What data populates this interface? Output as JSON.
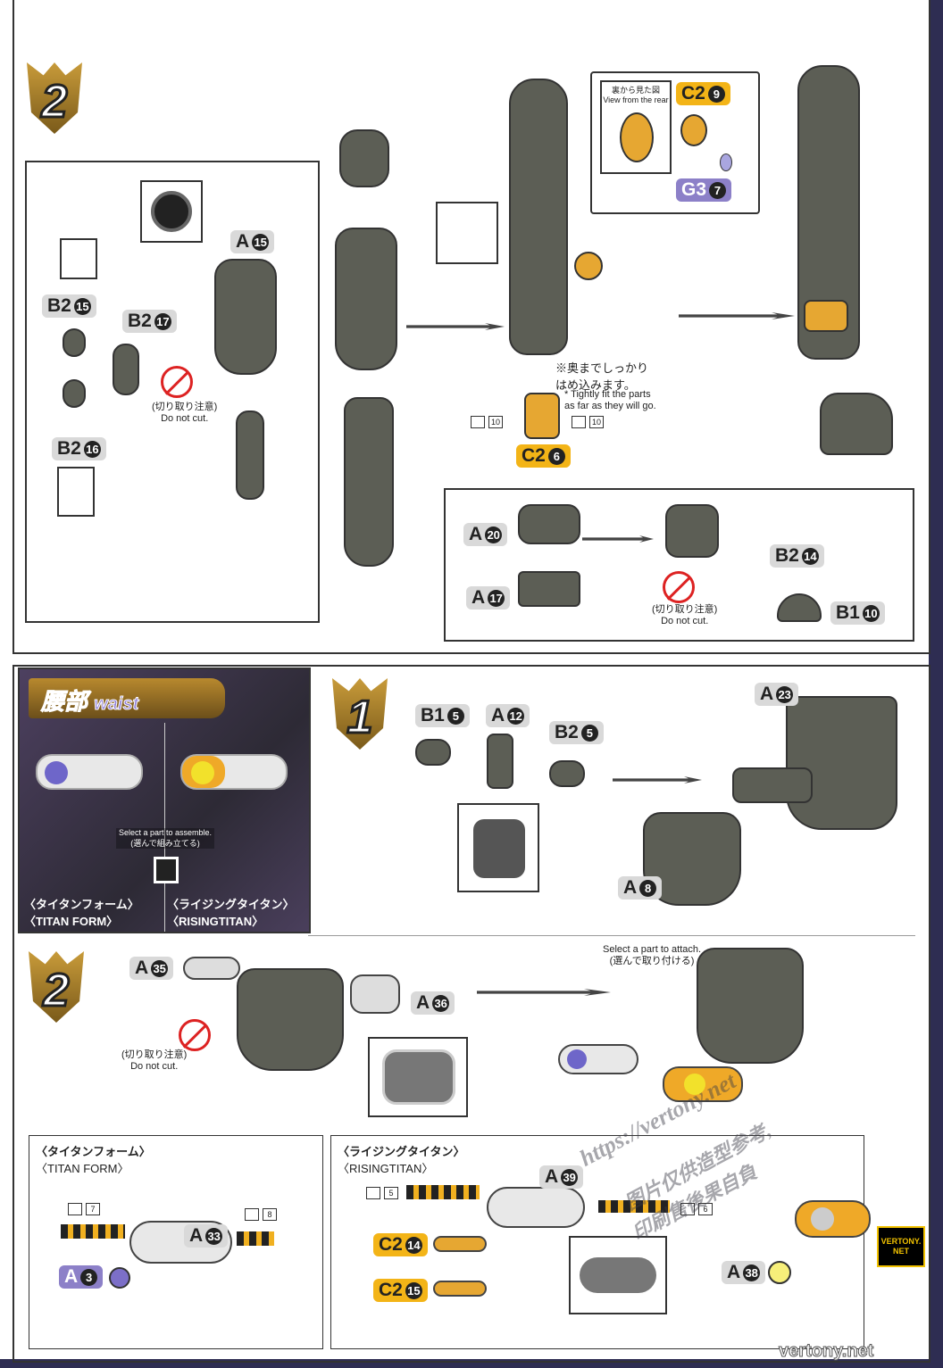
{
  "steps": {
    "top": "2",
    "waist_1": "1",
    "waist_2": "2"
  },
  "parts": {
    "a15": {
      "l": "A",
      "n": "15"
    },
    "b2_15": {
      "l": "B2",
      "n": "15"
    },
    "b2_17": {
      "l": "B2",
      "n": "17"
    },
    "b2_16": {
      "l": "B2",
      "n": "16"
    },
    "c2_6": {
      "l": "C2",
      "n": "6"
    },
    "c2_9": {
      "l": "C2",
      "n": "9"
    },
    "g3_7": {
      "l": "G3",
      "n": "7"
    },
    "a20": {
      "l": "A",
      "n": "20"
    },
    "a17": {
      "l": "A",
      "n": "17"
    },
    "b2_14": {
      "l": "B2",
      "n": "14"
    },
    "b1_10": {
      "l": "B1",
      "n": "10"
    },
    "b1_5": {
      "l": "B1",
      "n": "5"
    },
    "a12": {
      "l": "A",
      "n": "12"
    },
    "b2_5": {
      "l": "B2",
      "n": "5"
    },
    "a23": {
      "l": "A",
      "n": "23"
    },
    "a8": {
      "l": "A",
      "n": "8"
    },
    "a35": {
      "l": "A",
      "n": "35"
    },
    "a36": {
      "l": "A",
      "n": "36"
    },
    "a33": {
      "l": "A",
      "n": "33"
    },
    "a3": {
      "l": "A",
      "n": "3"
    },
    "a39": {
      "l": "A",
      "n": "39"
    },
    "c2_14": {
      "l": "C2",
      "n": "14"
    },
    "c2_15": {
      "l": "C2",
      "n": "15"
    },
    "a38": {
      "l": "A",
      "n": "38"
    }
  },
  "notes": {
    "rear_jp": "裏から見た図",
    "rear_en": "View from the rear",
    "fit_jp1": "※奥までしっかり",
    "fit_jp2": "はめ込みます。",
    "fit_en1": "* Tightly fit the parts",
    "fit_en2": "as far as they will go.",
    "nocut_jp": "(切り取り注意)",
    "nocut_en": "Do not cut.",
    "attach_en": "Select a part to attach.",
    "attach_jp": "(選んで取り付ける)",
    "assemble_en": "Select a part to assemble.",
    "assemble_jp": "(選んで組み立てる)"
  },
  "waist": {
    "title_jp": "腰部",
    "title_en": "waist"
  },
  "forms": {
    "titan_jp": "〈タイタンフォーム〉",
    "titan_en": "〈TITAN FORM〉",
    "rising_jp": "〈ライジングタイタン〉",
    "rising_en": "〈RISINGTITAN〉"
  },
  "nippers": {
    "c26_left": "10",
    "c26_right": "10",
    "a33_left": "7",
    "a33_right": "8",
    "a39_left": "5",
    "a39_right": "6"
  },
  "watermark": {
    "url": "https://vertony.net",
    "cn1": "图片仅供造型参考,",
    "cn2": "印刷售後果自負",
    "logo": "VERTONY.NET",
    "footer": "vertony.net"
  }
}
